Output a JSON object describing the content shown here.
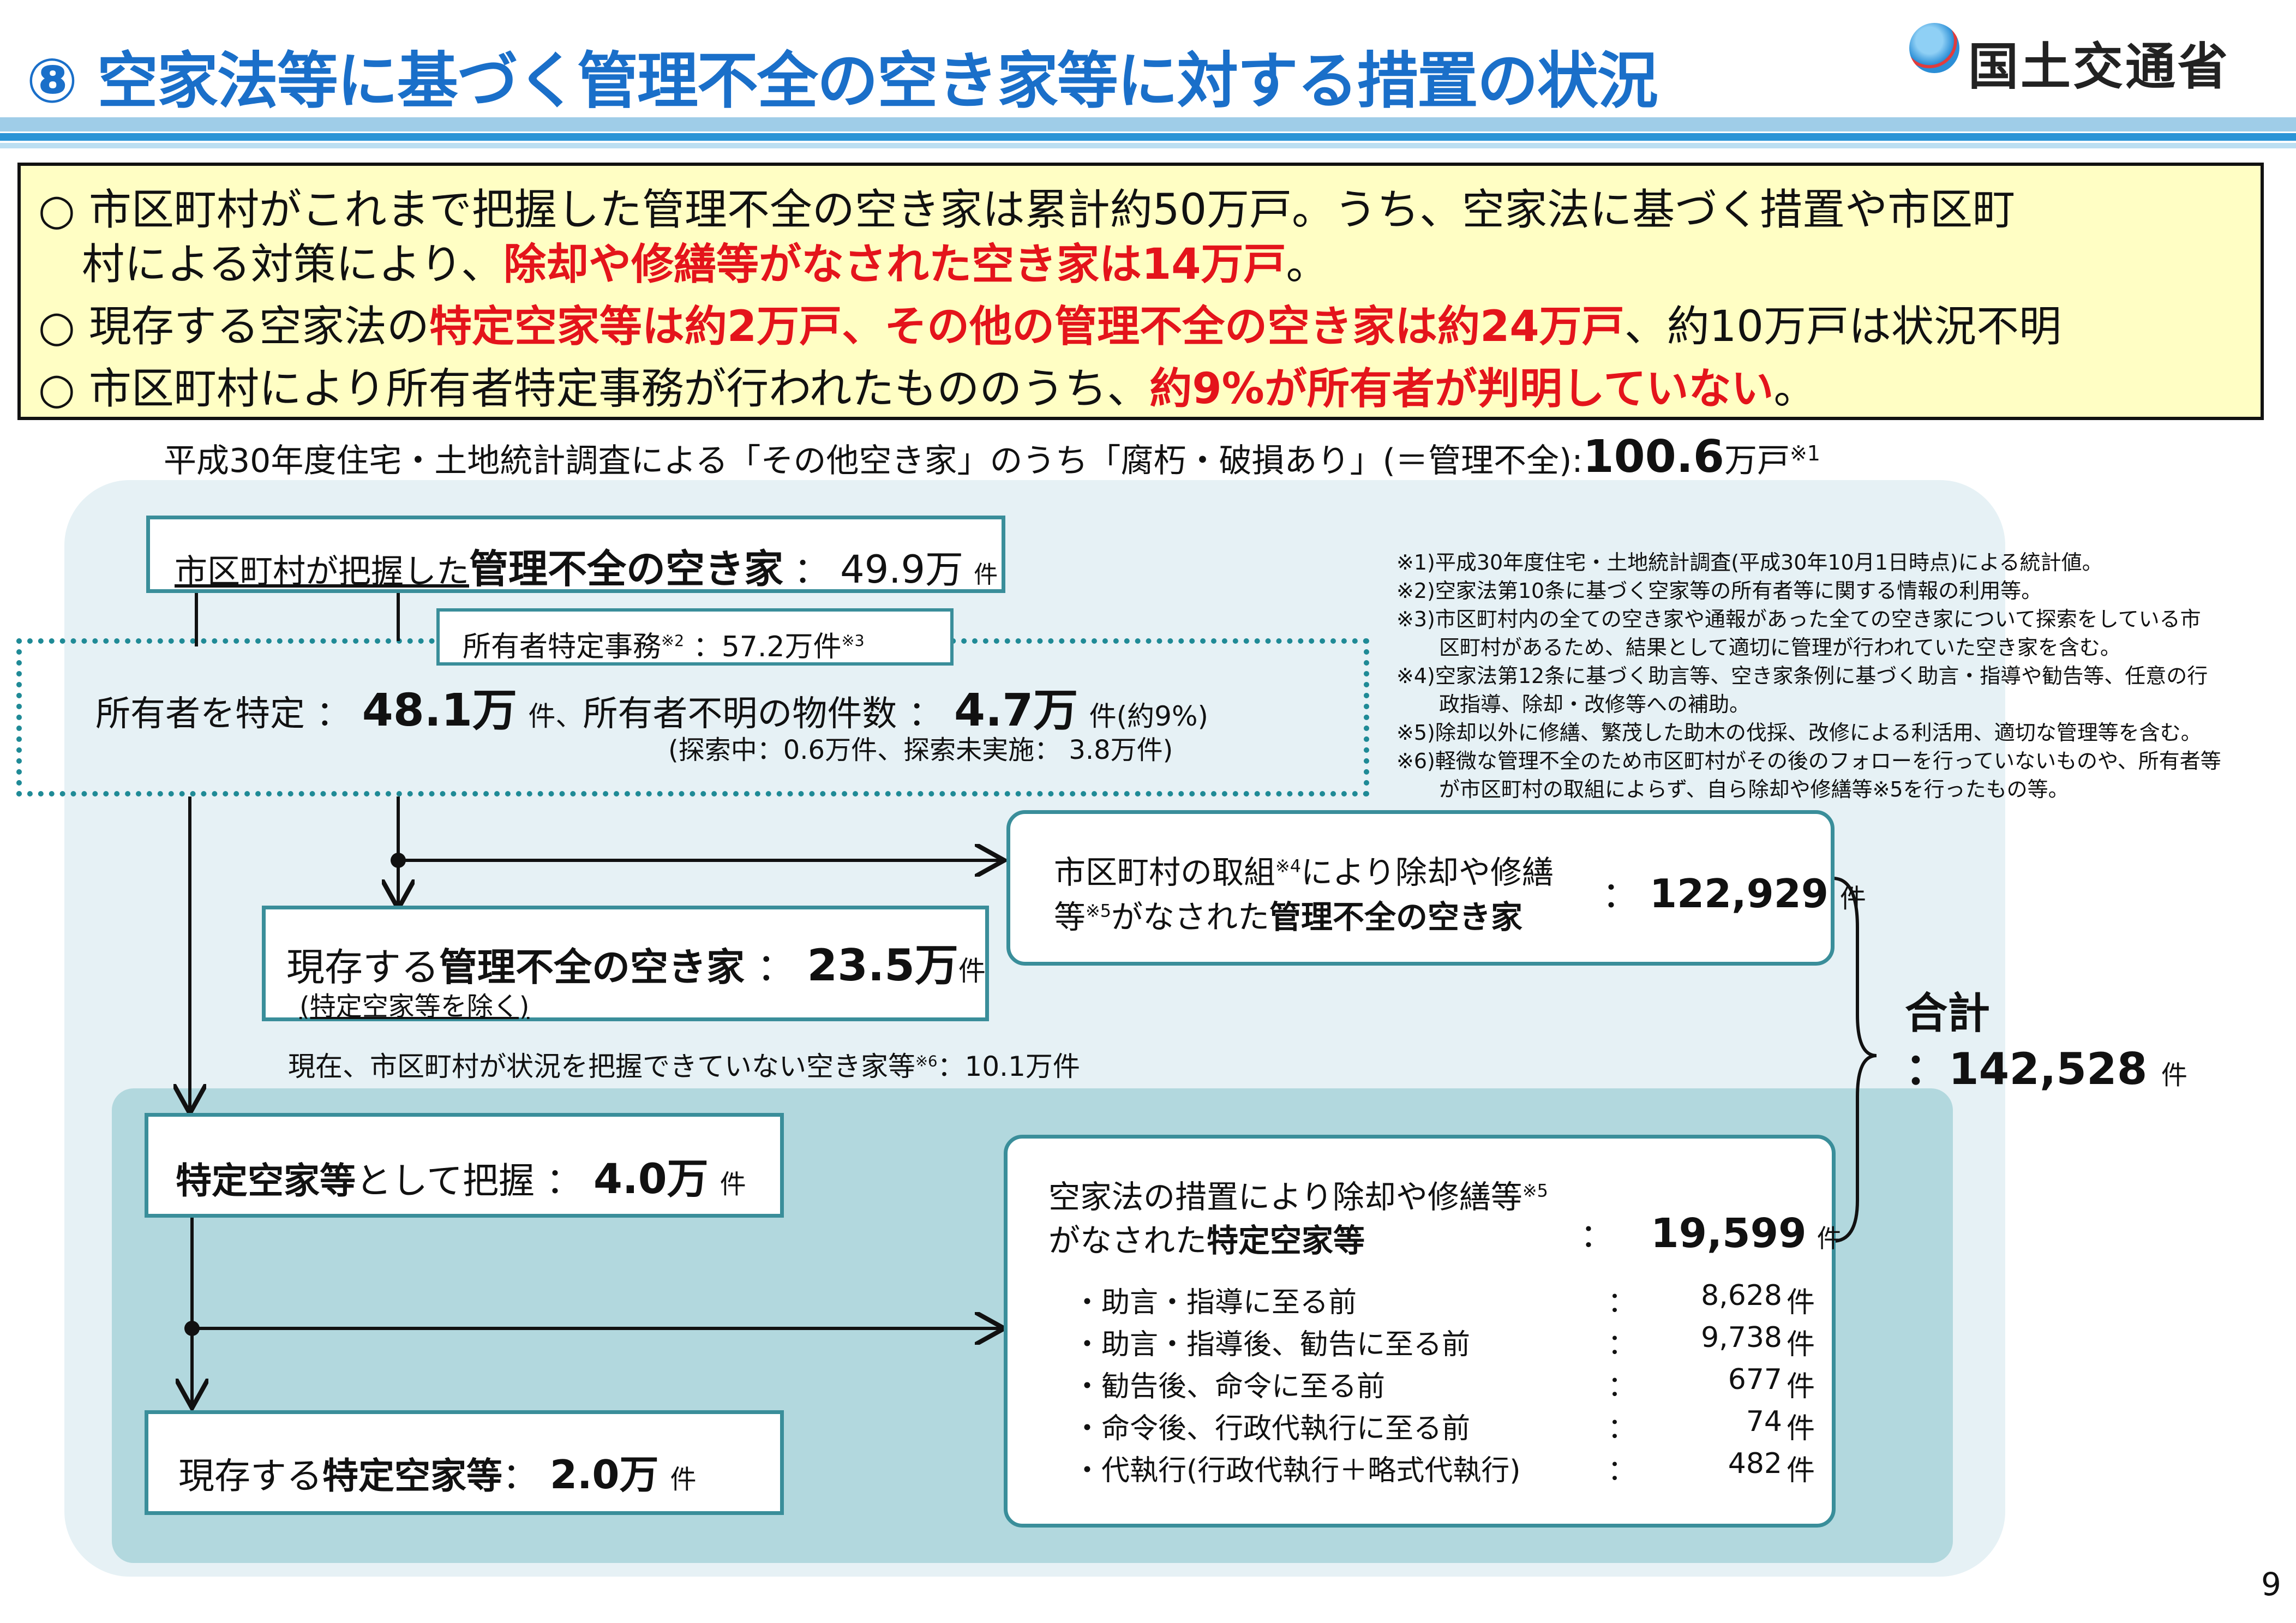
{
  "header": {
    "title": "⑧ 空家法等に基づく管理不全の空き家等に対する措置の状況",
    "ministry": "国土交通省"
  },
  "summary": {
    "line1a": "○ 市区町村がこれまで把握した管理不全の空き家は累計約50万戸。うち、空家法に基づく措置や市区町",
    "line1b_pre": "村による対策により、",
    "line1b_red": "除却や修繕等がなされた空き家は14万戸",
    "line1b_post": "。",
    "line2_pre": "○ 現存する空家法の",
    "line2_red1": "特定空家等は約2万戸、その他の管理不全の空き家は約24万戸",
    "line2_post": "、約10万戸は状況不明",
    "line3_pre": "○ 市区町村により所有者特定事務が行われたもののうち、",
    "line3_red": "約9%が所有者が判明していない",
    "line3_post": "。"
  },
  "basis": {
    "pre": "平成30年度住宅・土地統計調査による「その他空き家」のうち「腐朽・破損あり」(＝管理不全):",
    "value": "100.6",
    "unit": "万戸",
    "note": "※1"
  },
  "notes": [
    "※1)平成30年度住宅・土地統計調査(平成30年10月1日時点)による統計値。",
    "※2)空家法第10条に基づく空家等の所有者等に関する情報の利用等。",
    "※3)市区町村内の全ての空き家や通報があった全ての空き家について探索をしている市",
    "区町村があるため、結果として適切に管理が行われていた空き家を含む。",
    "※4)空家法第12条に基づく助言等、空き家条例に基づく助言・指導や勧告等、任意の行",
    "政指導、除却・改修等への補助。",
    "※5)除却以外に修繕、繁茂した助木の伐採、改修による利活用、適切な管理等を含む。",
    "※6)軽微な管理不全のため市区町村がその後のフォローを行っていないものや、所有者等",
    "が市区町村の取組によらず、自ら除却や修繕等※5を行ったもの等。"
  ],
  "box_total": {
    "u_label": "市区町村が把握した",
    "b_label": "管理不全の空き家",
    "sep": "：",
    "value": "49.9万",
    "unit": "件"
  },
  "box_shoyusha": {
    "label": "所有者特定事務",
    "n1": "※2",
    "value": "：57.2万件",
    "n2": "※3"
  },
  "identified": {
    "label": "所有者を特定 ：",
    "value": "48.1万",
    "unit": "件、",
    "label2": "所有者不明の物件数 ：",
    "value2": "4.7万",
    "unit2": "件(約9%)",
    "sub": "(探索中：0.6万件、探索未実施： 3.8万件)"
  },
  "box_existing": {
    "pre": "現存する",
    "b": "管理不全の空き家",
    "sep": "：",
    "value": "23.5万",
    "unit": "件",
    "sub": "(特定空家等を除く)"
  },
  "unknown_line": {
    "text": "現在、市区町村が状況を把握できていない空き家等",
    "note": "※6",
    "value": "：10.1万件"
  },
  "box_municipal": {
    "line1": "市区町村の取組",
    "n4": "※4",
    "line1b": "により除却や修繕",
    "line2": "等",
    "n5": "※5",
    "line2b": "がなされた",
    "b": "管理不全の空き家",
    "sep": "：",
    "value": "122,929",
    "unit": "件"
  },
  "total": {
    "label": "合計",
    "value": "：142,528",
    "unit": "件"
  },
  "box_tokutei": {
    "b": "特定空家等",
    "post": "として把握 ：",
    "value": "4.0万",
    "unit": "件"
  },
  "box_tokutei_now": {
    "pre": "現存する",
    "b": "特定空家等",
    "sep": "：",
    "value": "2.0万",
    "unit": "件"
  },
  "box_measures": {
    "line1": "空家法の措置により除却や修繕等",
    "n5": "※5",
    "line2": "がなされた",
    "b": "特定空家等",
    "sep": "：",
    "value": "19,599",
    "unit": "件",
    "items": [
      {
        "label": "・助言・指導に至る前",
        "sep": "：",
        "value": "8,628",
        "unit": "件"
      },
      {
        "label": "・助言・指導後、勧告に至る前",
        "sep": "：",
        "value": "9,738",
        "unit": "件"
      },
      {
        "label": "・勧告後、命令に至る前",
        "sep": "：",
        "value": "677",
        "unit": "件"
      },
      {
        "label": "・命令後、行政代執行に至る前",
        "sep": "：",
        "value": "74",
        "unit": "件"
      },
      {
        "label": "・代執行(行政代執行＋略式代執行)",
        "sep": "：",
        "value": "482",
        "unit": "件"
      }
    ]
  },
  "page_number": "9",
  "colors": {
    "title": "#1a6fc9",
    "red": "#e4141b",
    "box_border": "#3a8e9a",
    "summary_bg": "#fffec4"
  }
}
